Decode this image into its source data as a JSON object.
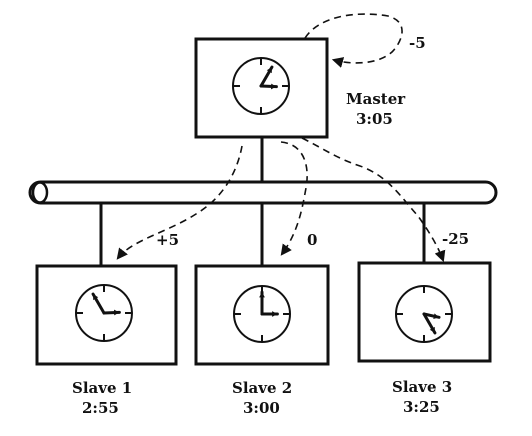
{
  "master": {
    "label": "Master",
    "time": "3:05",
    "offset": "-5",
    "clock": {
      "hour": 3,
      "minute": 5
    }
  },
  "slaves": [
    {
      "label": "Slave 1",
      "time": "2:55",
      "offset": "+5",
      "clock": {
        "hour": 2,
        "minute": 55
      }
    },
    {
      "label": "Slave 2",
      "time": "3:00",
      "offset": "0",
      "clock": {
        "hour": 3,
        "minute": 0
      }
    },
    {
      "label": "Slave 3",
      "time": "3:25",
      "offset": "-25",
      "clock": {
        "hour": 3,
        "minute": 25
      }
    }
  ]
}
